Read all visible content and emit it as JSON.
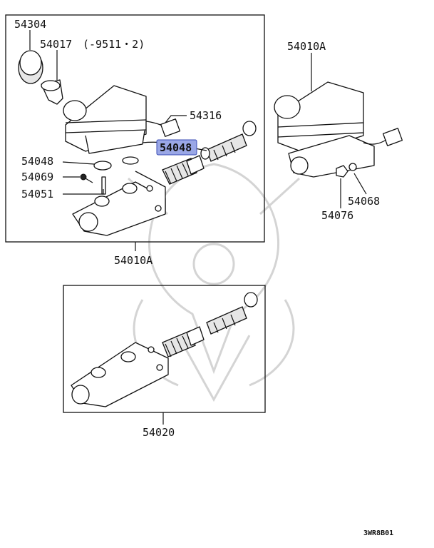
{
  "labels": {
    "reservoir_cap": "54304",
    "cap_filter": "54017",
    "cap_filter_date": "(-9511・2)",
    "sensor_harness": "54316",
    "grommet_upper": "54048",
    "grommet_lower": "54048",
    "screw": "54069",
    "pin": "54051",
    "master_cylinder_left": "54010A",
    "master_cylinder_right": "54010A",
    "nut": "54068",
    "washer": "54076",
    "piston_kit": "54020"
  },
  "highlight": {
    "color": "#9aa7e6",
    "label_key": "grommet_upper"
  },
  "diagram_code": "3WR8B01"
}
